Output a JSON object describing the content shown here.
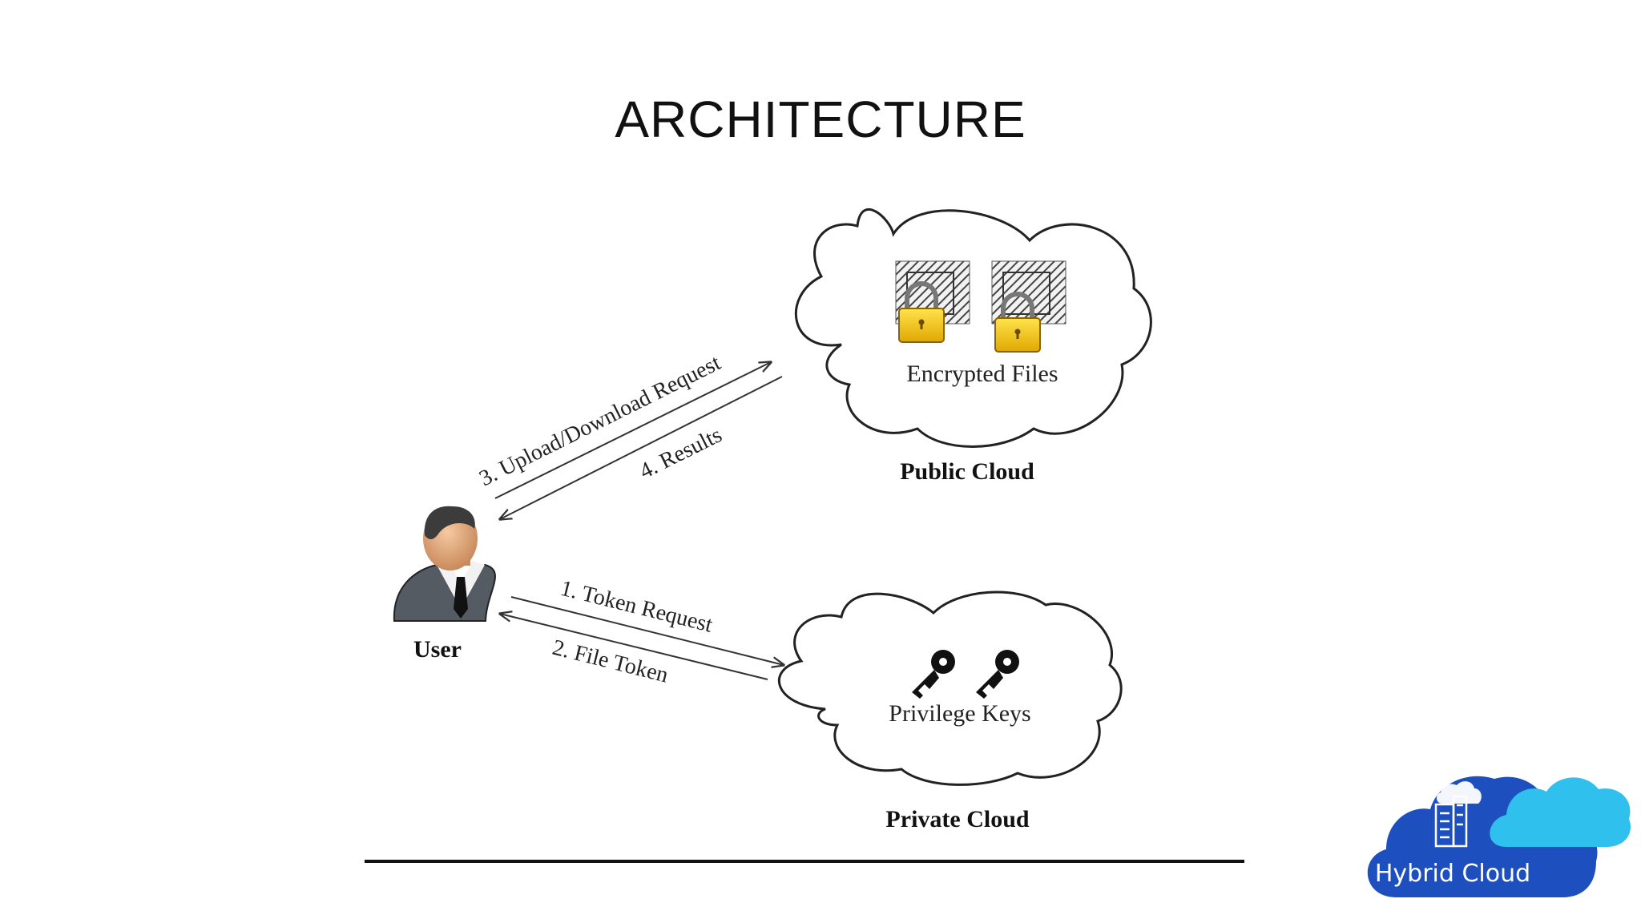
{
  "slide": {
    "title": "ARCHITECTURE"
  },
  "diagram": {
    "user_label": "User",
    "public_cloud": {
      "caption": "Public Cloud",
      "inner_label": "Encrypted Files"
    },
    "private_cloud": {
      "caption": "Private Cloud",
      "inner_label": "Privilege Keys"
    },
    "arrows": {
      "upload_request": "3. Upload/Download Request",
      "results": "4. Results",
      "token_request": "1. Token Request",
      "file_token": "2. File Token"
    }
  },
  "logo": {
    "text": "Hybrid Cloud",
    "colors": {
      "dark": "#1E4FBF",
      "light": "#2FC0EE"
    }
  }
}
